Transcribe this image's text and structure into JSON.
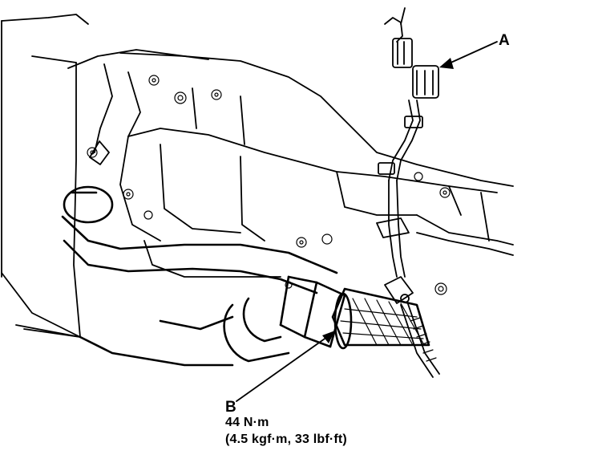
{
  "callouts": {
    "a": {
      "letter": "A"
    },
    "b": {
      "letter": "B",
      "torque_nm": "44 N·m",
      "torque_alt": "(4.5 kgf·m, 33 lbf·ft)"
    }
  }
}
